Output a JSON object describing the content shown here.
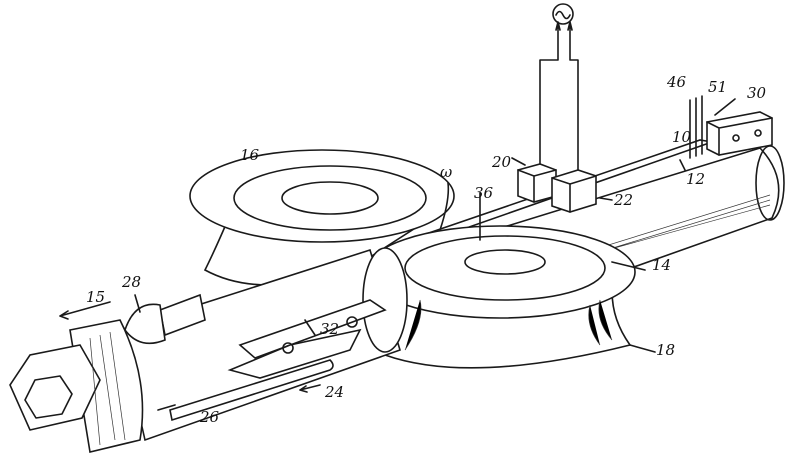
{
  "figure": {
    "type": "patent line drawing",
    "source_symbol": "~",
    "labels": {
      "l46": "46",
      "l51": "51",
      "l30": "30",
      "l10": "10",
      "l12": "12",
      "l20": "20",
      "l22": "22",
      "l16": "16",
      "lw": "ω",
      "l36": "36",
      "l14": "14",
      "l15": "15",
      "l28": "28",
      "l32": "32",
      "l18": "18",
      "l24": "24",
      "l26": "26"
    }
  }
}
